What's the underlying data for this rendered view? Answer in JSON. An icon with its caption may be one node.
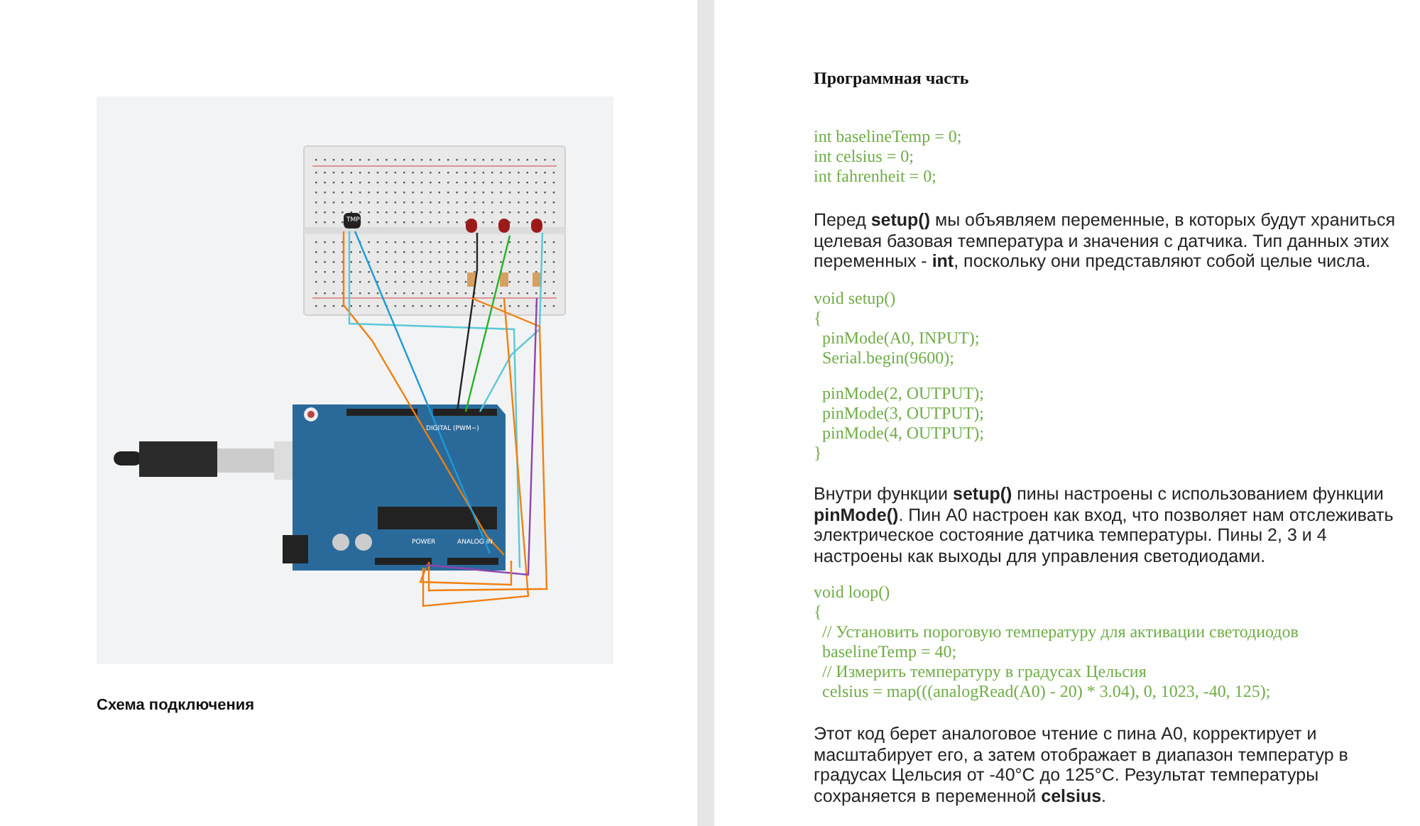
{
  "diagram": {
    "labels": [
      "TMP",
      "DIGITAL (PWM~)",
      "POWER",
      "ANALOG IN",
      "Схема подключения",
      "Программная часть",
      "int baselineTemp = 0;",
      "int celsius = 0;",
      "int fahrenheit = 0;",
      "Перед **setup()** мы объявляем переменные, в которых будут храниться целевая базовая температура и значения с датчика. Тип данных этих переменных - **int**, поскольку они представляют собой целые числа.",
      "void setup()",
      "{",
      "pinMode(A0, INPUT);",
      "Serial.begin(9600);",
      "pinMode(2, OUTPUT);",
      "pinMode(3, OUTPUT);",
      "pinMode(4, OUTPUT);",
      "}",
      "Внутри функции **setup()** пины настроены с использованием функции **pinMode()**. Пин A0 настроен как вход, что позволяет нам отслеживать электрическое состояние датчика температуры. Пины 2, 3 и 4 настроены как выходы для управления светодиодами.",
      "void loop()",
      "{",
      "// Установить пороговую температуру для активации светодиодов",
      "baselineTemp = 40;",
      "// Измерить температуру в градусах Цельсия",
      "celsius = map(((analogRead(A0) - 20) * 3.04), 0, 1023, -40, 125);",
      "Этот код берет аналоговое чтение с пина A0, корректирует и масштабирует его, а затем отображает в диапазон температур в градусах Цельсия от -40°C до 125°C. Результат температуры сохраняется в переменной **celsius**."
    ]
  }
}
